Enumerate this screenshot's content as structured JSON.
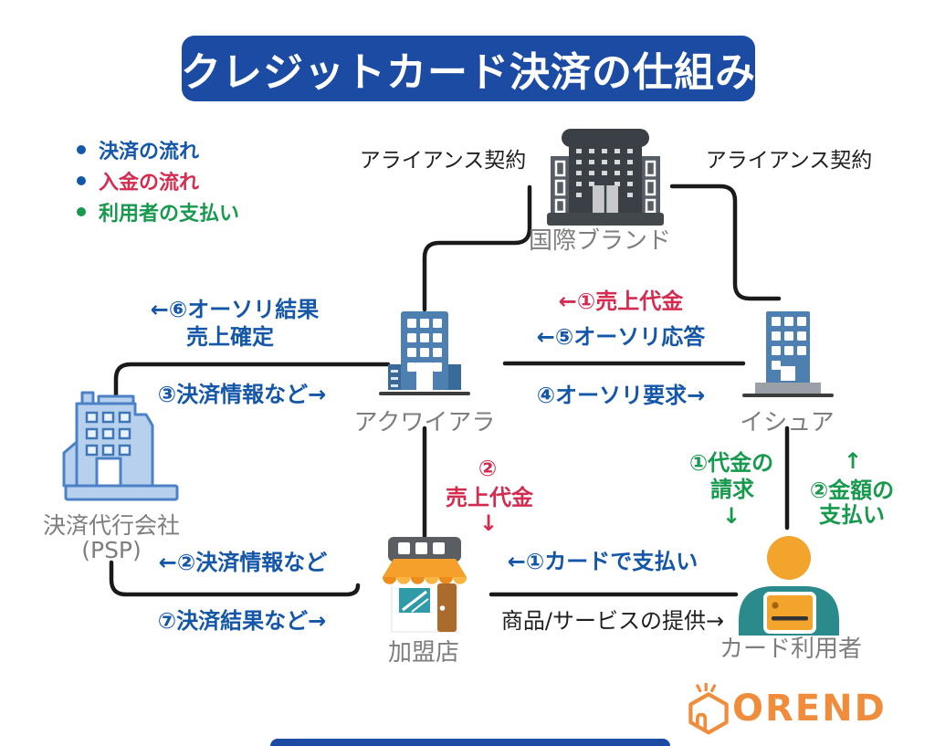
{
  "title": {
    "text": "クレジットカード決済の仕組み"
  },
  "legend": {
    "items": [
      {
        "label": "決済の流れ",
        "color": "#1456a8"
      },
      {
        "label": "入金の流れ",
        "color": "#d42c50"
      },
      {
        "label": "利用者の支払い",
        "color": "#17994e"
      }
    ]
  },
  "contracts": {
    "left": "アライアンス契約",
    "right": "アライアンス契約"
  },
  "entities": {
    "brand": {
      "label": "国際ブランド",
      "icon": "office-building-icon"
    },
    "acquirer": {
      "label": "アクワイアラ",
      "icon": "office-building-icon"
    },
    "issuer": {
      "label": "イシュア",
      "icon": "office-building-icon"
    },
    "psp": {
      "label": "決済代行会社",
      "sublabel": "(PSP)",
      "icon": "company-building-icon"
    },
    "merchant": {
      "label": "加盟店",
      "icon": "storefront-icon"
    },
    "cardholder": {
      "label": "カード利用者",
      "icon": "person-with-card-icon"
    }
  },
  "flows": {
    "auth_result_line1": "←⑥オーソリ結果",
    "auth_result_line2": "売上確定",
    "payment_info_acquirer": "③決済情報など→",
    "sales_proceeds_brand": "←①売上代金",
    "auth_response": "←⑤オーソリ応答",
    "auth_request": "④オーソリ要求→",
    "sales_merchant_num": "②",
    "sales_merchant_text": "売上代金",
    "sales_merchant_arrow": "↓",
    "billing_line1": "①代金の",
    "billing_line2": "請求",
    "billing_arrow": "↓",
    "payment_arrow": "↑",
    "payment_line1": "②金額の",
    "payment_line2": "支払い",
    "payment_info_psp": "←②決済情報など",
    "payment_result": "⑦決済結果など→",
    "card_payment": "←①カードで支払い",
    "goods_provision": "商品/サービスの提供→"
  },
  "logo": {
    "text": "OREND",
    "color": "#f08d3c"
  },
  "colors": {
    "title_bg": "#1b4ba3",
    "flow_blue": "#1456a8",
    "flow_red": "#d42c50",
    "flow_green": "#17994e",
    "entity_label_gray": "#7e7e7e",
    "connector_black": "#1a1a1a",
    "building_blue": "#4d80b0",
    "psp_light_blue": "#b6d0ed",
    "awning_orange": "#f5a02b",
    "person_teal": "#2a8a8c",
    "person_orange": "#f2a42c"
  }
}
